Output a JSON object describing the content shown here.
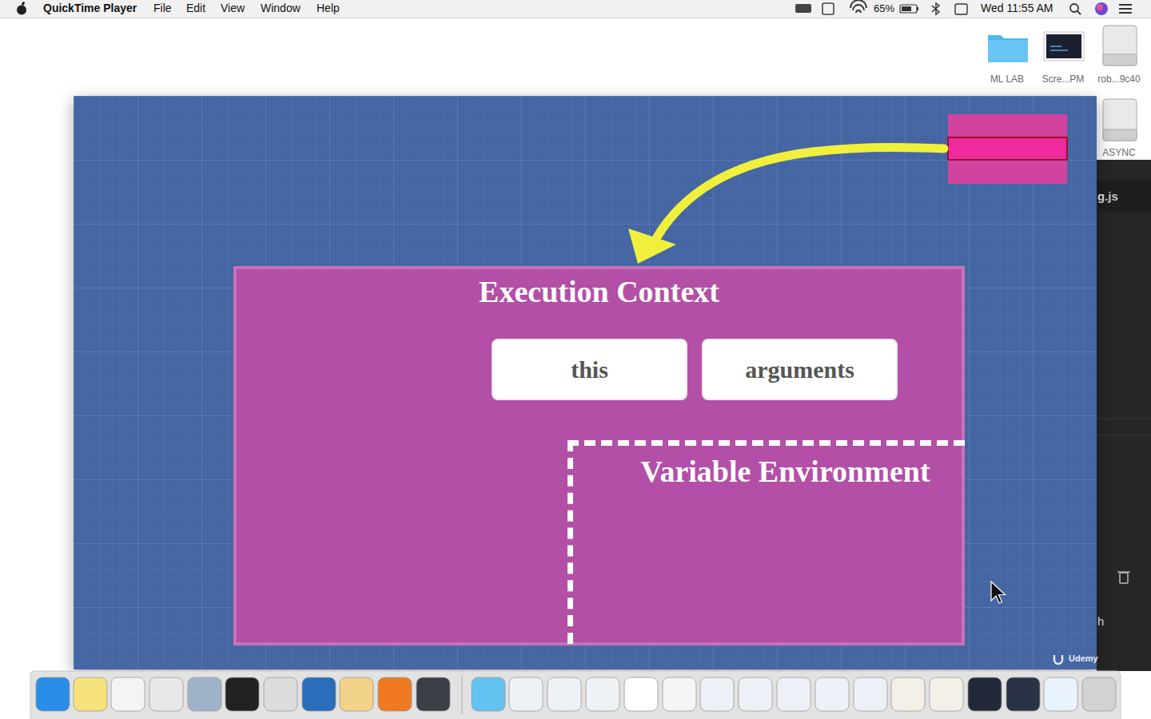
{
  "diagram": {
    "nodes": [
      {
        "text": [
          "Execution Context"
        ]
      },
      {
        "text": [
          "this"
        ],
        "in": 0
      },
      {
        "text": [
          "arguments"
        ],
        "in": 0
      },
      {
        "text": [
          "Variable Environment"
        ],
        "in": 0
      }
    ],
    "labels": [
      "QuickTime Player",
      "File",
      "Edit",
      "View",
      "Window",
      "Help",
      "65%",
      "Wed 11:55 AM",
      "ML LAB",
      "Scre...PM",
      "rob...9c40",
      "ASYNC",
      "g.js",
      "h",
      "Udemy"
    ]
  }
}
